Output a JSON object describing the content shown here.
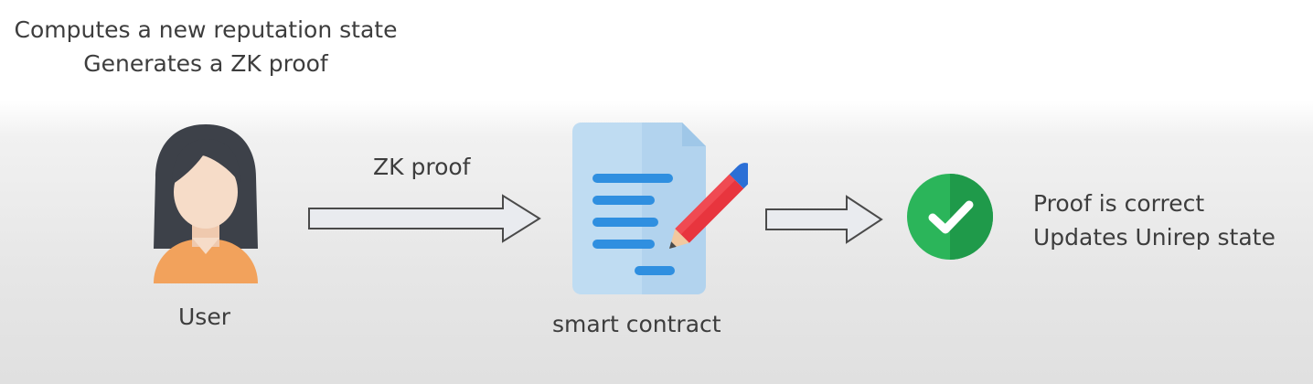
{
  "caption": {
    "line1": "Computes a new reputation state",
    "line2": "Generates a ZK proof"
  },
  "user": {
    "label": "User",
    "icon": "user-icon"
  },
  "edge1": {
    "label": "ZK proof"
  },
  "contract": {
    "label": "smart contract",
    "icon": "contract-icon"
  },
  "result": {
    "line1": "Proof is correct",
    "line2": "Updates Unirep state",
    "icon": "checkmark-icon"
  },
  "colors": {
    "skin": "#f6dcc8",
    "hair": "#3d4149",
    "shirt": "#f2a25c",
    "paper": "#bfdcf2",
    "paper_fold": "#9fc7e8",
    "lines": "#2f8fe0",
    "pencil_body": "#e8353e",
    "pencil_cap": "#2b6fd6",
    "check_green": "#2bb55a",
    "check_dark": "#1f9a4a",
    "arrow_fill": "#e9ebef",
    "arrow_stroke": "#4a4a4a"
  }
}
